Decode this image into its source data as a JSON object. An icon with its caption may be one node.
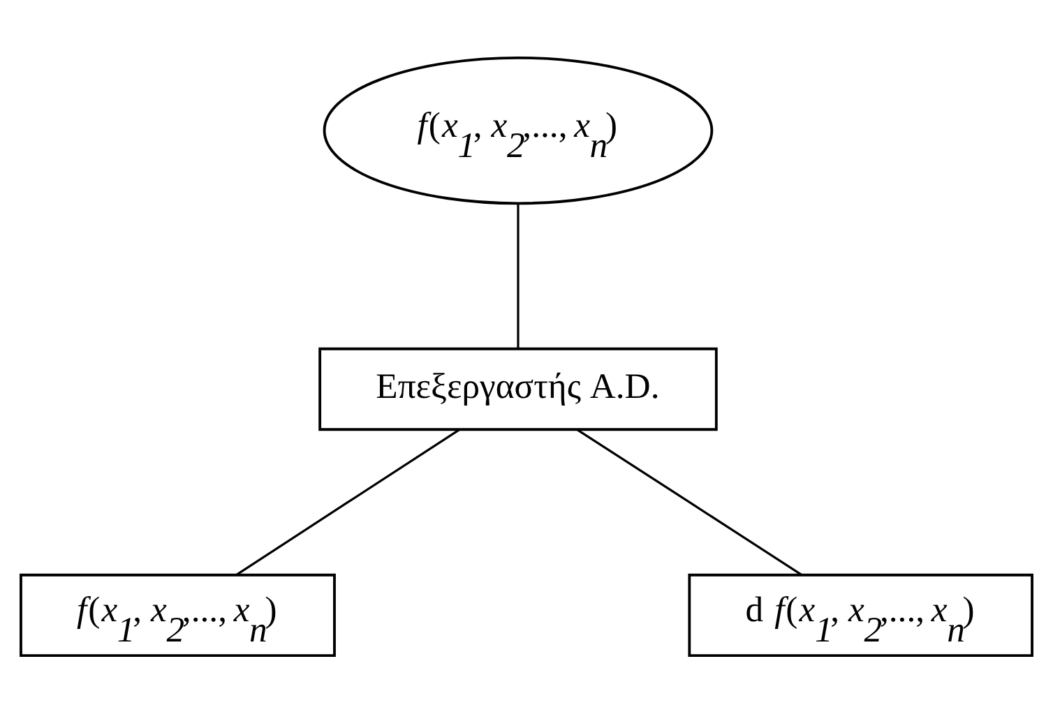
{
  "diagram": {
    "nodes": [
      {
        "text": [
          "*f*(*x*$_{1}$, *x*$_{2}$,..., *x*$_{n}$)"
        ]
      },
      {
        "text": [
          "Επεξεργαστής A.D."
        ]
      },
      {
        "text": [
          "*f*(*x*$_{1}$, *x*$_{2}$,..., *x*$_{n}$)"
        ]
      },
      {
        "text": [
          "d *f*(*x*$_{1}$, *x*$_{2}$,..., *x*$_{n}$)"
        ]
      }
    ],
    "edges": [
      {
        "from": 0,
        "to": 1,
        "arrow": "none"
      },
      {
        "from": 1,
        "to": 2,
        "arrow": "none"
      },
      {
        "from": 1,
        "to": 3,
        "arrow": "none"
      }
    ]
  }
}
